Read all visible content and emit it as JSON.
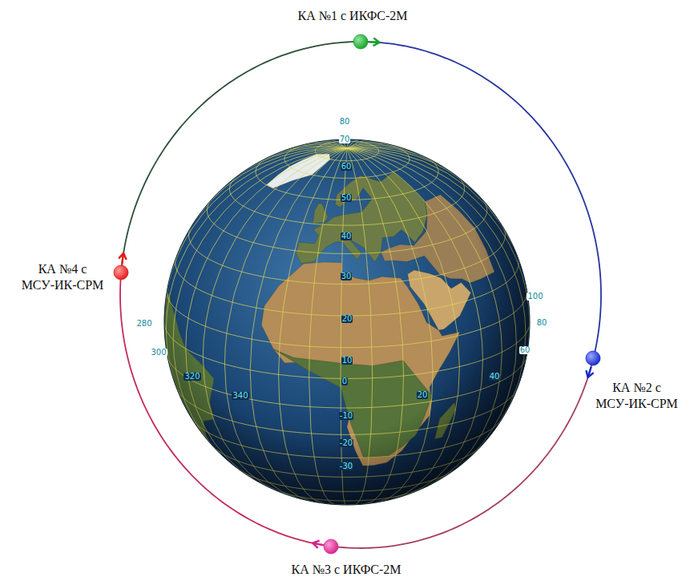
{
  "diagram": {
    "nodes": [
      {
        "text": [
          "КА №1 с ИКФС-2М"
        ]
      },
      {
        "text": [
          "КА №4 с МСУ-ИК-СРМ"
        ]
      },
      {
        "text": [
          "КА №2 с МСУ-ИК-СРМ"
        ]
      },
      {
        "text": [
          "КА №3 с ИКФС-2М"
        ]
      }
    ],
    "labels": [
      "80",
      "70",
      "60",
      "50",
      "40",
      "30",
      "20",
      "10",
      "0",
      "-10",
      "-20",
      "-30",
      "280",
      "300",
      "320",
      "340",
      "20",
      "40",
      "60",
      "80",
      "100"
    ]
  }
}
